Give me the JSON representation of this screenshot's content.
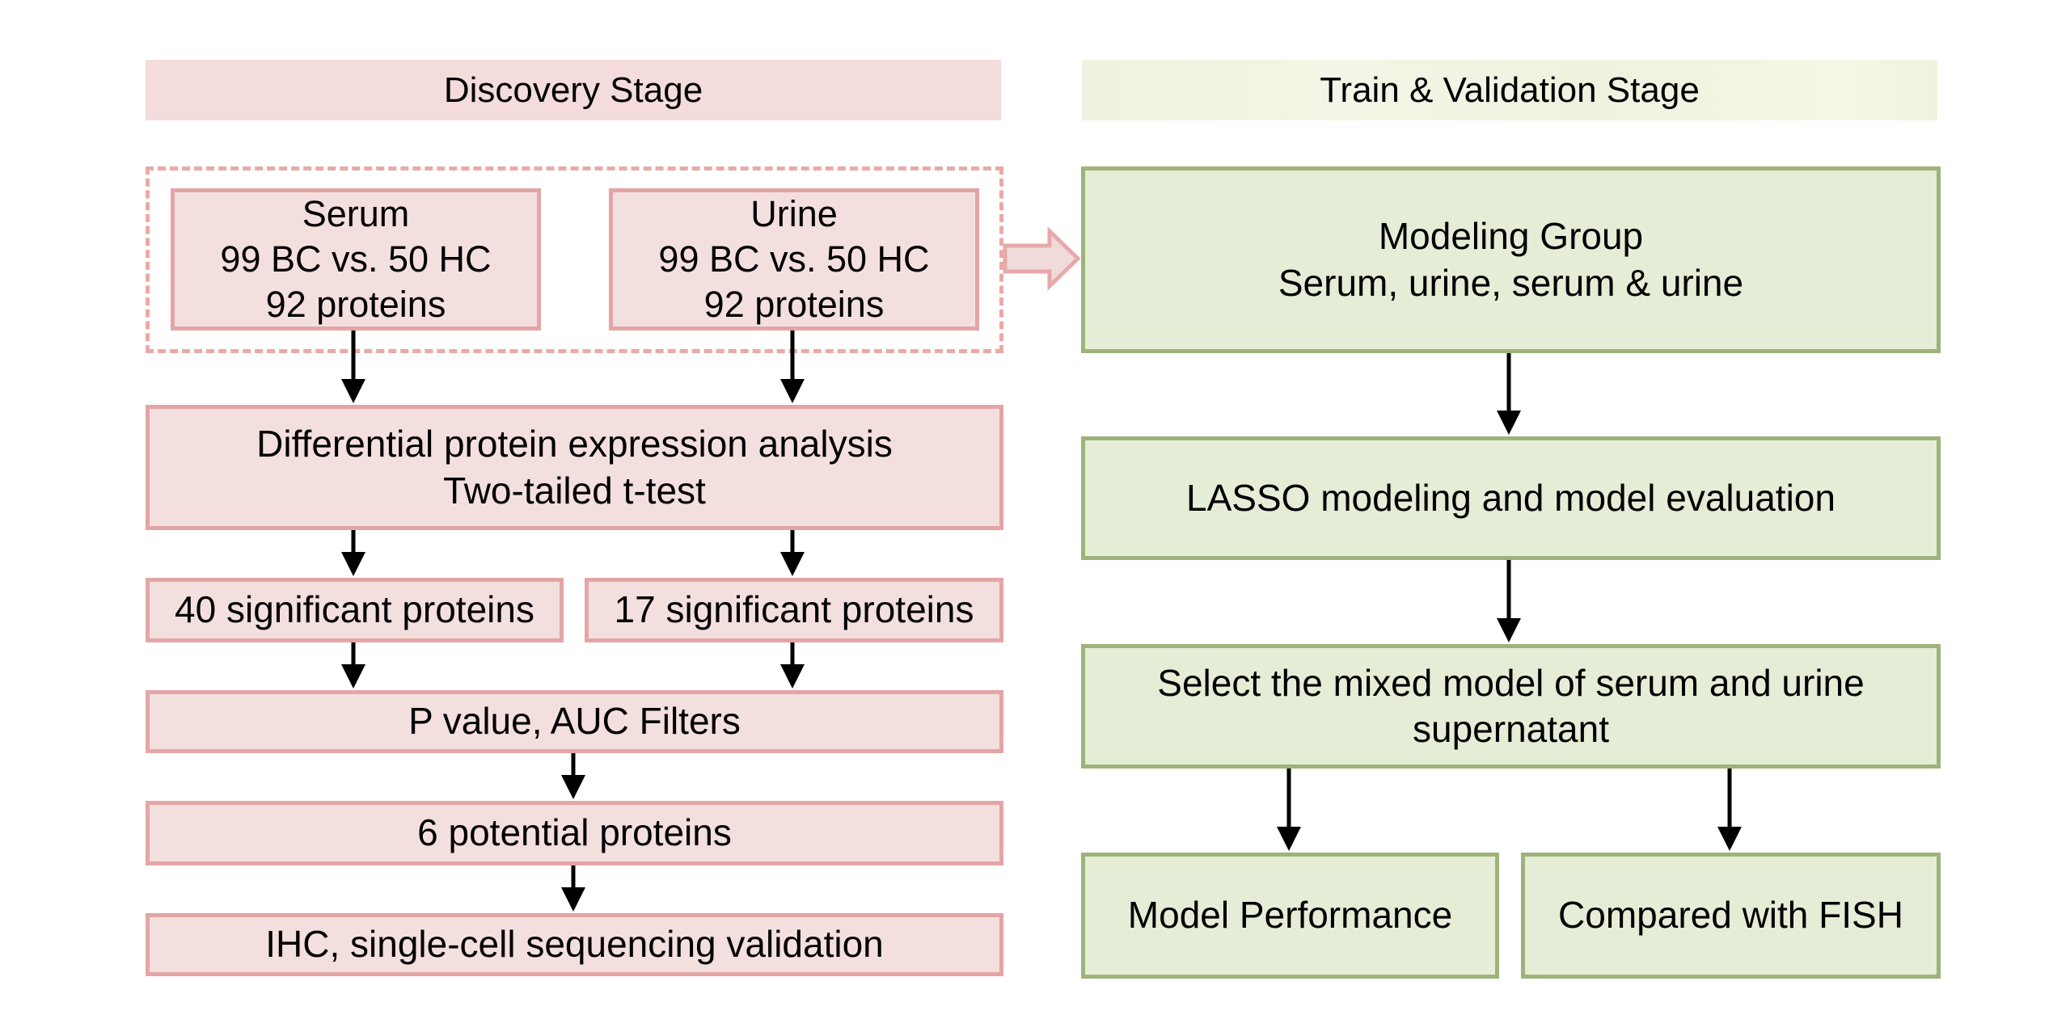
{
  "discovery": {
    "stage_title": "Discovery Stage",
    "serum": {
      "title": "Serum",
      "groups": "99 BC vs. 50 HC",
      "proteins": "92 proteins"
    },
    "urine": {
      "title": "Urine",
      "groups": "99 BC vs. 50 HC",
      "proteins": "92 proteins"
    },
    "differential": {
      "line1": "Differential protein expression analysis",
      "line2": "Two-tailed t-test"
    },
    "serum_significant": "40 significant proteins",
    "urine_significant": "17 significant proteins",
    "filters": "P value, AUC Filters",
    "potential": "6 potential proteins",
    "validation": "IHC, single-cell sequencing validation"
  },
  "train_validation": {
    "stage_title": "Train & Validation Stage",
    "modeling": {
      "line1": "Modeling Group",
      "line2": "Serum, urine, serum & urine"
    },
    "lasso": "LASSO modeling and model evaluation",
    "select": {
      "line1": "Select the mixed model of serum and urine",
      "line2": "supernatant"
    },
    "performance": "Model Performance",
    "fish": "Compared with FISH"
  },
  "colors": {
    "discovery_fill": "#f4dfdf",
    "discovery_border": "#e4a5a5",
    "train_fill": "#e6edd6",
    "train_border": "#9db37a",
    "arrow": "#000000"
  }
}
